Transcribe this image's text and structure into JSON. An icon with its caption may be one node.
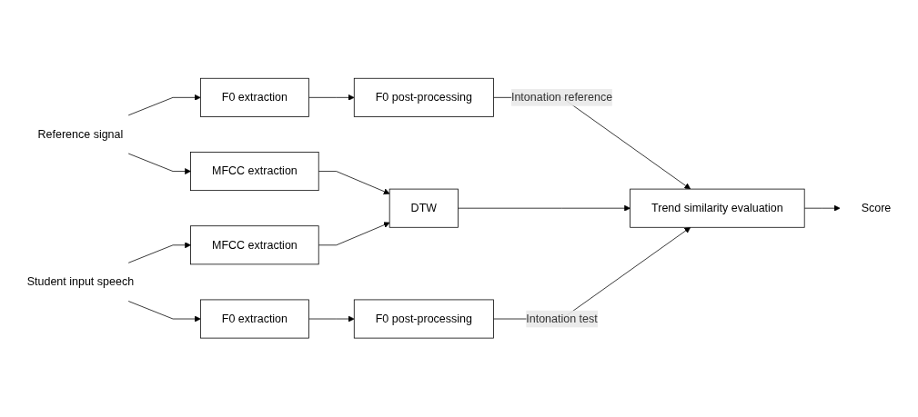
{
  "diagram": {
    "nodes": [
      {
        "text": [
          "Reference signal"
        ]
      },
      {
        "text": [
          "F0 extraction"
        ]
      },
      {
        "text": [
          "F0 post-processing"
        ]
      },
      {
        "text": [
          "MFCC extraction"
        ]
      },
      {
        "text": [
          "DTW"
        ]
      },
      {
        "text": [
          "Trend similarity evaluation"
        ]
      },
      {
        "text": [
          "Score"
        ]
      },
      {
        "text": [
          "Student input speech"
        ]
      },
      {
        "text": [
          "MFCC extraction"
        ]
      },
      {
        "text": [
          "F0 extraction"
        ]
      },
      {
        "text": [
          "F0 post-processing"
        ]
      }
    ],
    "edges": [
      {
        "from": 0,
        "to": 1,
        "arrow": "to"
      },
      {
        "from": 0,
        "to": 3,
        "arrow": "to"
      },
      {
        "from": 1,
        "to": 2,
        "arrow": "to"
      },
      {
        "from": 2,
        "to": 5,
        "arrow": "to",
        "label": "Intonation reference"
      },
      {
        "from": 3,
        "to": 4,
        "arrow": "to"
      },
      {
        "from": 4,
        "to": 5,
        "arrow": "to"
      },
      {
        "from": 5,
        "to": 6,
        "arrow": "to"
      },
      {
        "from": 7,
        "to": 8,
        "arrow": "to"
      },
      {
        "from": 7,
        "to": 9,
        "arrow": "to"
      },
      {
        "from": 9,
        "to": 10,
        "arrow": "to"
      },
      {
        "from": 10,
        "to": 5,
        "arrow": "to",
        "label": "Intonation test"
      },
      {
        "from": 8,
        "to": 4,
        "arrow": "to"
      }
    ]
  }
}
